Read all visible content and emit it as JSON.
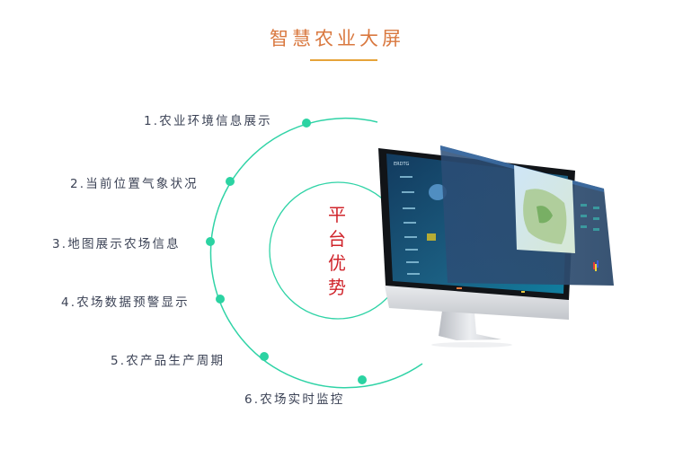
{
  "title": "智慧农业大屏",
  "center_label": "平台优势",
  "features": [
    {
      "label": "1.农业环境信息展示"
    },
    {
      "label": "2.当前位置气象状况"
    },
    {
      "label": "3.地图展示农场信息"
    },
    {
      "label": "4.农场数据预警显示"
    },
    {
      "label": "5.农产品生产周期"
    },
    {
      "label": "6.农场实时监控"
    }
  ],
  "colors": {
    "title": "#d9783f",
    "accent_line": "#e6a43a",
    "ring": "#2fd3a6",
    "center_text": "#d0242b",
    "label_text": "#3b4255"
  },
  "images": {
    "monitor": "desktop-monitor-showing-agriculture-dashboard"
  }
}
